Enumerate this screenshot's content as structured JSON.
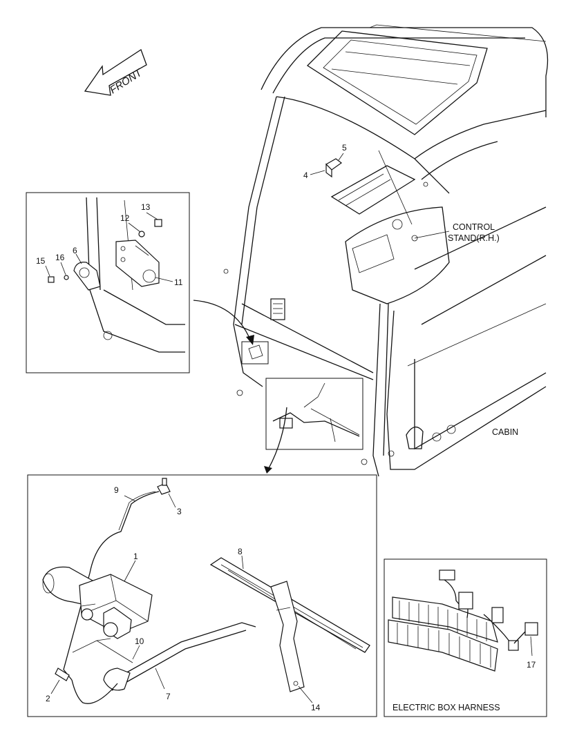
{
  "front_arrow": {
    "label": "FRONT"
  },
  "captions": {
    "control_stand_line1": "CONTROL",
    "control_stand_line2": "STAND(R.H.)",
    "cabin": "CABIN",
    "electric_box_harness": "ELECTRIC BOX HARNESS"
  },
  "callouts": {
    "c1": "1",
    "c2": "2",
    "c3": "3",
    "c4": "4",
    "c5": "5",
    "c6": "6",
    "c7": "7",
    "c8": "8",
    "c9": "9",
    "c10": "10",
    "c11": "11",
    "c12": "12",
    "c13": "13",
    "c14": "14",
    "c15": "15",
    "c16": "16",
    "c17": "17"
  }
}
